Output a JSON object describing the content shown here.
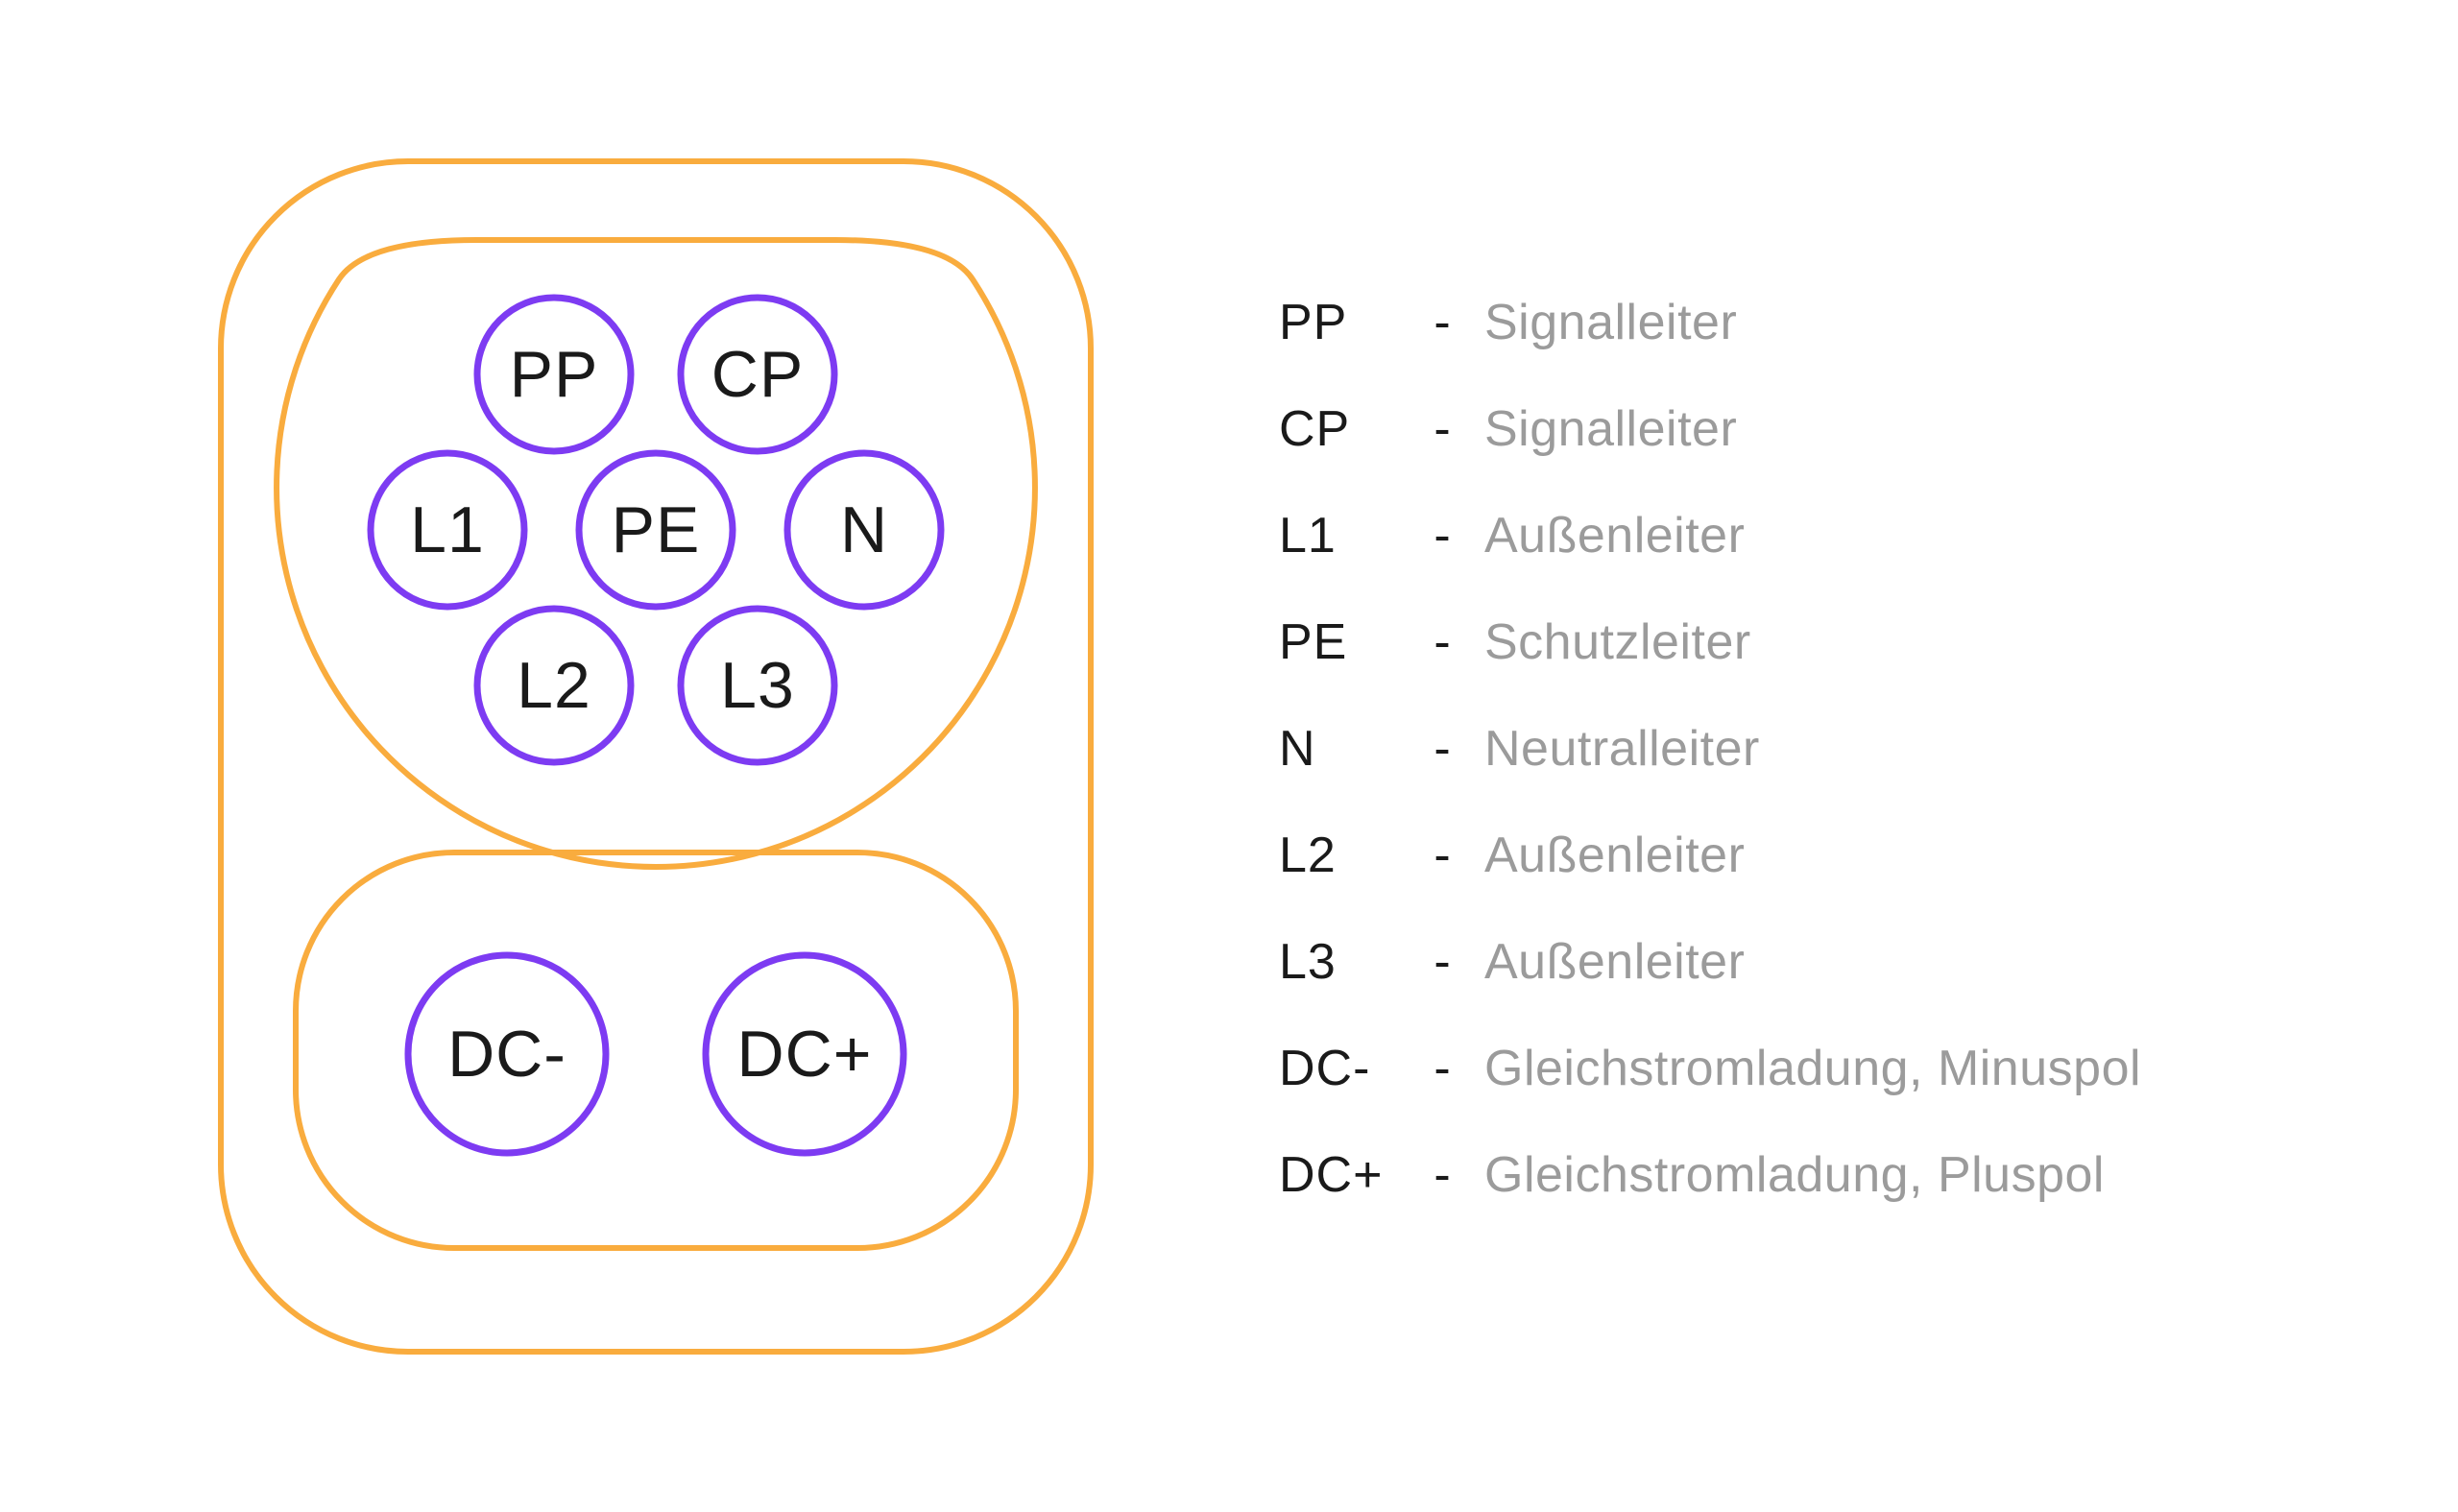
{
  "diagram": {
    "name": "EV charging connector pinout",
    "pins": [
      {
        "id": "pp",
        "label": "PP"
      },
      {
        "id": "cp",
        "label": "CP"
      },
      {
        "id": "l1",
        "label": "L1"
      },
      {
        "id": "pe",
        "label": "PE"
      },
      {
        "id": "n",
        "label": "N"
      },
      {
        "id": "l2",
        "label": "L2"
      },
      {
        "id": "l3",
        "label": "L3"
      },
      {
        "id": "dc-minus",
        "label": "DC-"
      },
      {
        "id": "dc-plus",
        "label": "DC+"
      }
    ]
  },
  "legend": {
    "separator": "-",
    "rows": [
      {
        "abbr": "PP",
        "desc": "Signalleiter"
      },
      {
        "abbr": "CP",
        "desc": "Signalleiter"
      },
      {
        "abbr": "L1",
        "desc": "Außenleiter"
      },
      {
        "abbr": "PE",
        "desc": "Schutzleiter"
      },
      {
        "abbr": "N",
        "desc": "Neutralleiter"
      },
      {
        "abbr": "L2",
        "desc": "Außenleiter"
      },
      {
        "abbr": "L3",
        "desc": "Außenleiter"
      },
      {
        "abbr": "DC-",
        "desc": "Gleichstromladung, Minuspol"
      },
      {
        "abbr": "DC+",
        "desc": "Gleichstromladung, Pluspol"
      }
    ]
  },
  "colors": {
    "outline_orange": "#F9AC3E",
    "pin_purple": "#7D3BF2",
    "text_black": "#1A1A1A",
    "text_gray": "#9B9B9B",
    "background": "#FFFFFF"
  }
}
